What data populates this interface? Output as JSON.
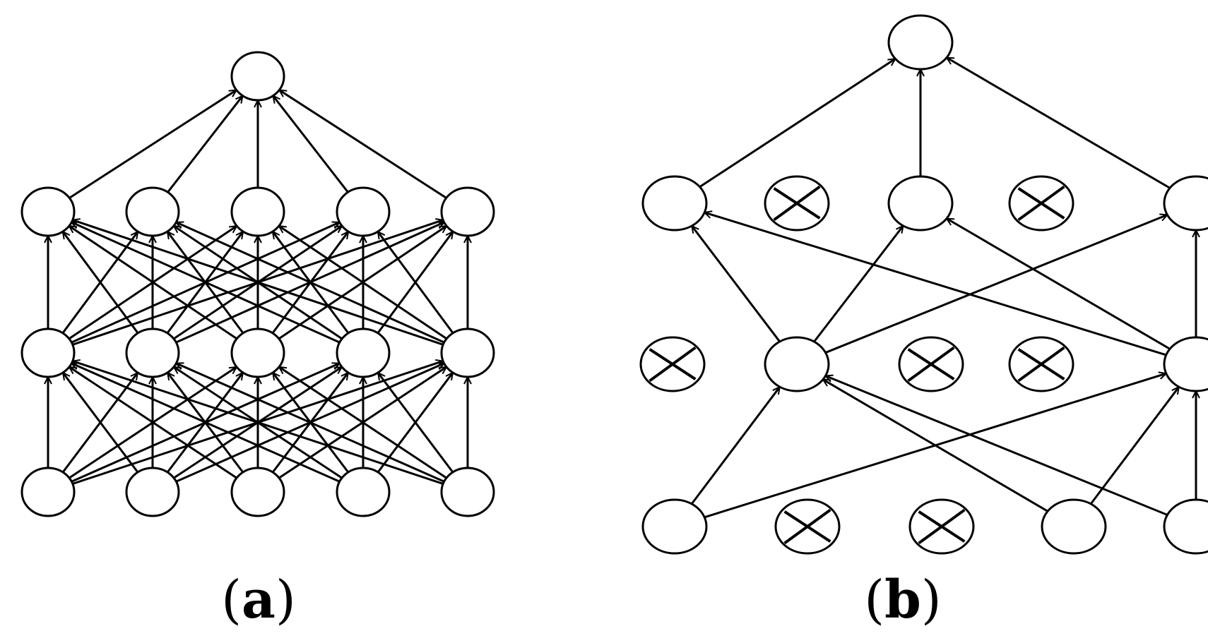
{
  "colors": {
    "stroke": "#000000",
    "node_fill": "#ffffff",
    "background": "#ffffff"
  },
  "panels": [
    {
      "id": "a",
      "caption": {
        "open": "(",
        "letter": "a",
        "close": ")"
      },
      "description_layers": [
        5,
        5,
        5,
        1
      ],
      "fully_connected": true
    },
    {
      "id": "b",
      "caption": {
        "open": "(",
        "letter": "b",
        "close": ")"
      },
      "description_layers": [
        5,
        5,
        5,
        1
      ],
      "dropped_nodes": {
        "input": [
          1,
          2
        ],
        "hidden1": [
          0,
          2,
          3
        ],
        "hidden2": [
          1,
          3
        ]
      },
      "edges": [
        [
          "input",
          0,
          "hidden1",
          1
        ],
        [
          "input",
          0,
          "hidden1",
          4
        ],
        [
          "input",
          3,
          "hidden1",
          4
        ],
        [
          "input",
          3,
          "hidden1",
          1
        ],
        [
          "input",
          4,
          "hidden1",
          4
        ],
        [
          "input",
          4,
          "hidden1",
          1
        ],
        [
          "hidden1",
          1,
          "hidden2",
          0
        ],
        [
          "hidden1",
          1,
          "hidden2",
          2
        ],
        [
          "hidden1",
          1,
          "hidden2",
          4
        ],
        [
          "hidden1",
          4,
          "hidden2",
          0
        ],
        [
          "hidden1",
          4,
          "hidden2",
          2
        ],
        [
          "hidden1",
          4,
          "hidden2",
          4
        ],
        [
          "hidden2",
          0,
          "output",
          0
        ],
        [
          "hidden2",
          2,
          "output",
          0
        ],
        [
          "hidden2",
          4,
          "output",
          0
        ]
      ]
    }
  ]
}
